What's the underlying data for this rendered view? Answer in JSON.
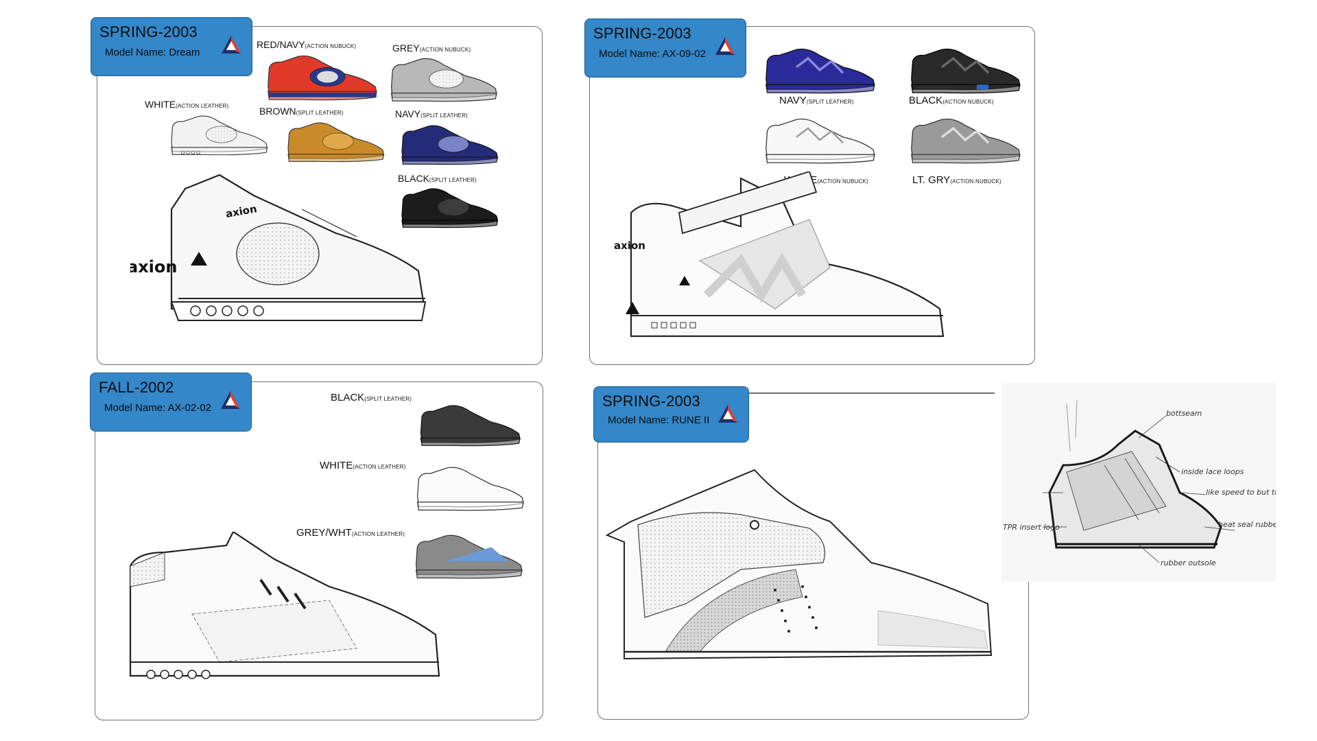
{
  "panels": [
    {
      "season": "SPRING-2003",
      "model": "Model Name: Dream",
      "colorways": [
        {
          "main": "RED/NAVY",
          "sub": "(ACTION NUBUCK)"
        },
        {
          "main": "GREY",
          "sub": "(ACTION NUBUCK)"
        },
        {
          "main": "WHITE",
          "sub": "(ACTION LEATHER)"
        },
        {
          "main": "BROWN",
          "sub": "(SPLIT LEATHER)"
        },
        {
          "main": "NAVY",
          "sub": "(SPLIT LEATHER)"
        },
        {
          "main": "BLACK",
          "sub": "(SPLIT LEATHER)"
        }
      ]
    },
    {
      "season": "SPRING-2003",
      "model": "Model Name: AX-09-02",
      "colorways": [
        {
          "main": "NAVY",
          "sub": "(SPLIT LEATHER)"
        },
        {
          "main": "BLACK",
          "sub": "(ACTION NUBUCK)"
        },
        {
          "main": "WHITE",
          "sub": "(ACTION NUBUCK)"
        },
        {
          "main": "LT. GRY",
          "sub": "(ACTION NUBUCK)"
        }
      ]
    },
    {
      "season": "FALL-2002",
      "model": "Model Name: AX-02-02",
      "colorways": [
        {
          "main": "BLACK",
          "sub": "(SPLIT LEATHER)"
        },
        {
          "main": "WHITE",
          "sub": "(ACTION LEATHER)"
        },
        {
          "main": "GREY/WHT",
          "sub": "(ACTION LEATHER)"
        }
      ]
    },
    {
      "season": "SPRING-2003",
      "model": "Model Name: RUNE II",
      "colorways": []
    }
  ],
  "brand": {
    "name": "axion"
  },
  "sketch_notes": [
    "bottseam",
    "inside lace loops",
    "like speed to but thinner",
    "heat seal rubber patch",
    "TPR insert logo",
    "rubber outsole"
  ],
  "colors": {
    "header_blue": "#3487c8",
    "logo_red": "#e8402e",
    "logo_navy": "#1b2f6b"
  }
}
